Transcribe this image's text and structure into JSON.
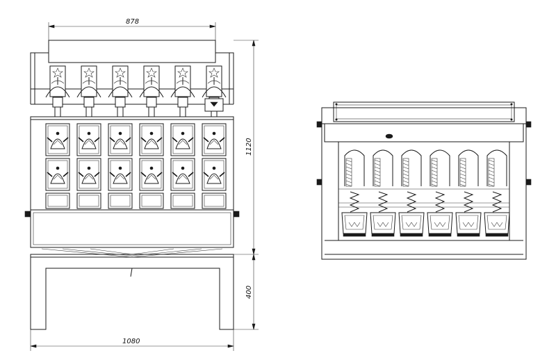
{
  "drawing": {
    "front_view": {
      "head_count": 6,
      "bucket_rows": 3
    },
    "side_view": {
      "column_count": 6
    },
    "dimensions": {
      "top_width": "878",
      "base_width": "1080",
      "machine_height": "1120",
      "stand_height": "400"
    }
  }
}
